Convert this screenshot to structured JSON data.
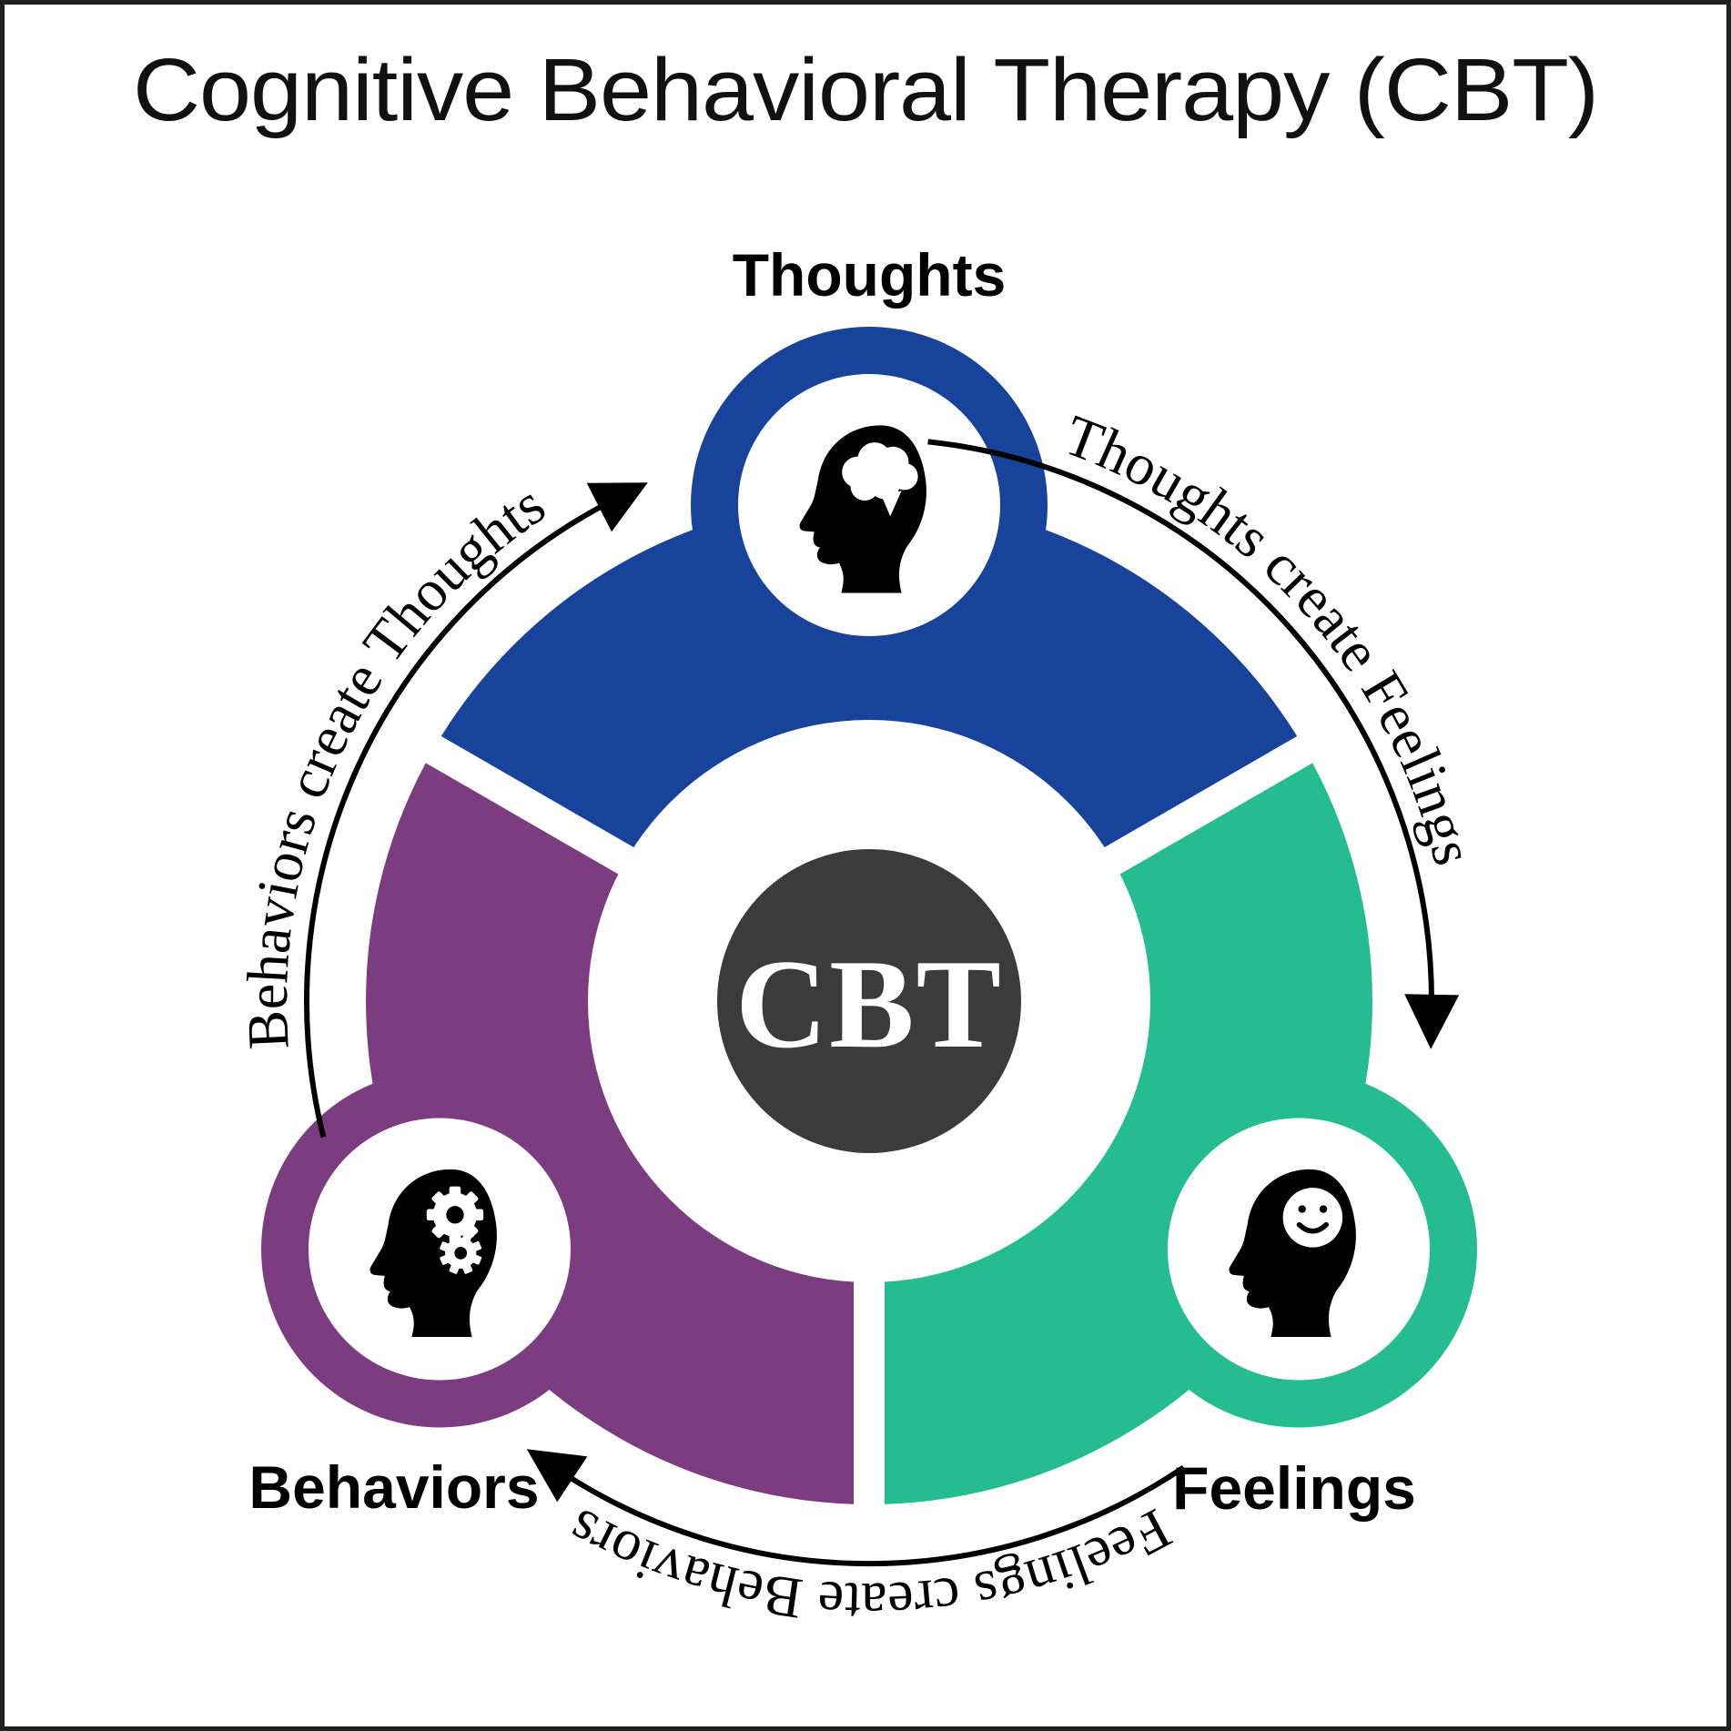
{
  "title": "Cognitive Behavioral Therapy (CBT)",
  "center": {
    "label": "CBT",
    "circle_color": "#3b3b3b",
    "label_color": "#ffffff"
  },
  "segments": {
    "thoughts": {
      "label": "Thoughts",
      "color": "#17439b",
      "icon": "head-with-brain-icon"
    },
    "feelings": {
      "label": "Feelings",
      "color": "#25bd8f",
      "icon": "head-with-smiley-icon"
    },
    "behaviors": {
      "label": "Behaviors",
      "color": "#7c3d80",
      "icon": "head-with-gears-icon"
    }
  },
  "arrows": {
    "thoughts_to_feelings": {
      "label": "Thoughts create Feelings"
    },
    "feelings_to_behaviors": {
      "label": "Feelings create Behaviors"
    },
    "behaviors_to_thoughts": {
      "label": "Behaviors create Thoughts"
    }
  },
  "colors": {
    "background": "#ffffff",
    "border": "#1f1f1f",
    "text": "#000000",
    "icon": "#000000"
  }
}
